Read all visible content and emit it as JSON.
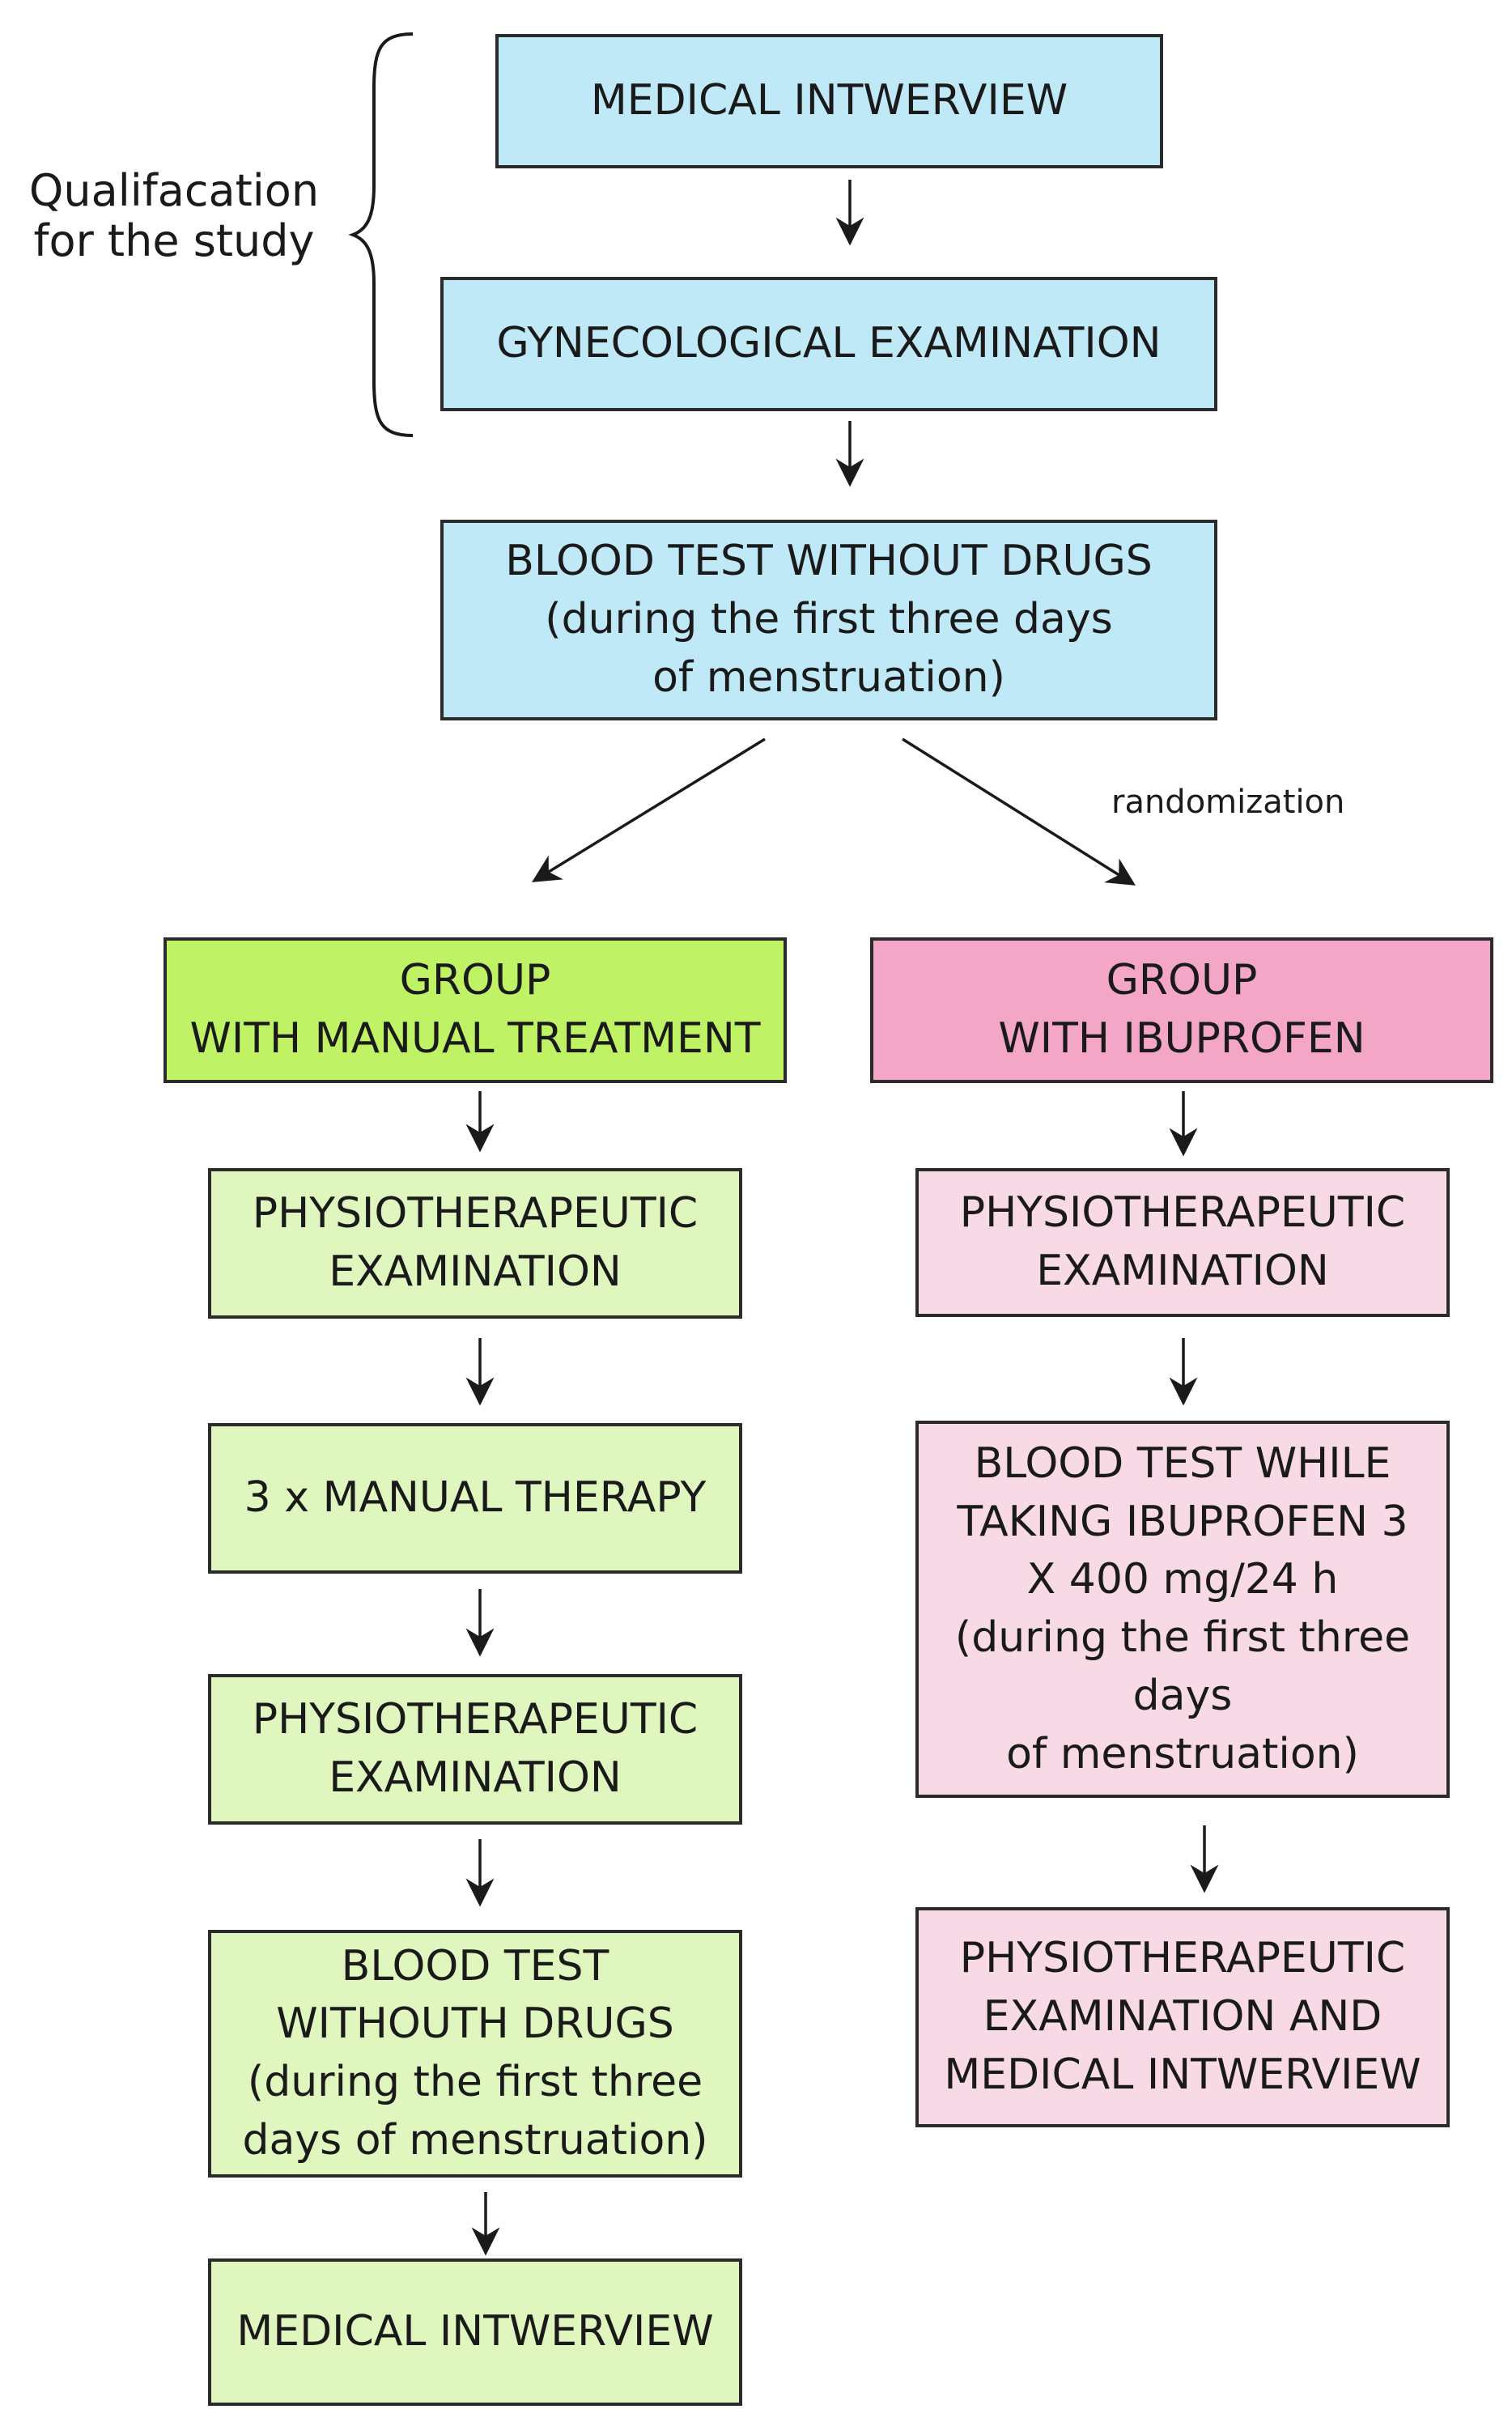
{
  "qualification_label": [
    "Qualifacation",
    "for the study"
  ],
  "randomization_label": "randomization",
  "common": {
    "medical_interview": [
      "MEDICAL INTWERVIEW"
    ],
    "gyn_exam": [
      "GYNECOLOGICAL EXAMINATION"
    ],
    "blood_test": [
      "BLOOD TEST WITHOUT DRUGS",
      "(during the first three days",
      "of menstruation)"
    ]
  },
  "manual_group": {
    "header": [
      "GROUP",
      "WITH MANUAL TREATMENT"
    ],
    "physio_exam_1": [
      "PHYSIOTHERAPEUTIC",
      "EXAMINATION"
    ],
    "manual_therapy": [
      "3 x MANUAL THERAPY"
    ],
    "physio_exam_2": [
      "PHYSIOTHERAPEUTIC",
      "EXAMINATION"
    ],
    "blood_test": [
      "BLOOD TEST",
      "WITHOUTH DRUGS",
      "(during the first three",
      "days of menstruation)"
    ],
    "medical_interview": [
      "MEDICAL INTWERVIEW"
    ]
  },
  "ibuprofen_group": {
    "header": [
      "GROUP",
      "WITH IBUPROFEN"
    ],
    "physio_exam": [
      "PHYSIOTHERAPEUTIC",
      "EXAMINATION"
    ],
    "blood_test": [
      "BLOOD TEST WHILE",
      "TAKING IBUPROFEN 3",
      "X 400 mg/24 h",
      "(during the first three",
      "days",
      "of menstruation)"
    ],
    "final": [
      "PHYSIOTHERAPEUTIC",
      "EXAMINATION AND",
      "MEDICAL INTWERVIEW"
    ]
  },
  "colors": {
    "common_fill": "#bfe9f6",
    "manual_header_fill": "#bff265",
    "manual_step_fill": "#e0f6bf",
    "ibuprofen_header_fill": "#f4a6c6",
    "ibuprofen_step_fill": "#f8d9e6",
    "stroke": "#2b2b2b"
  }
}
